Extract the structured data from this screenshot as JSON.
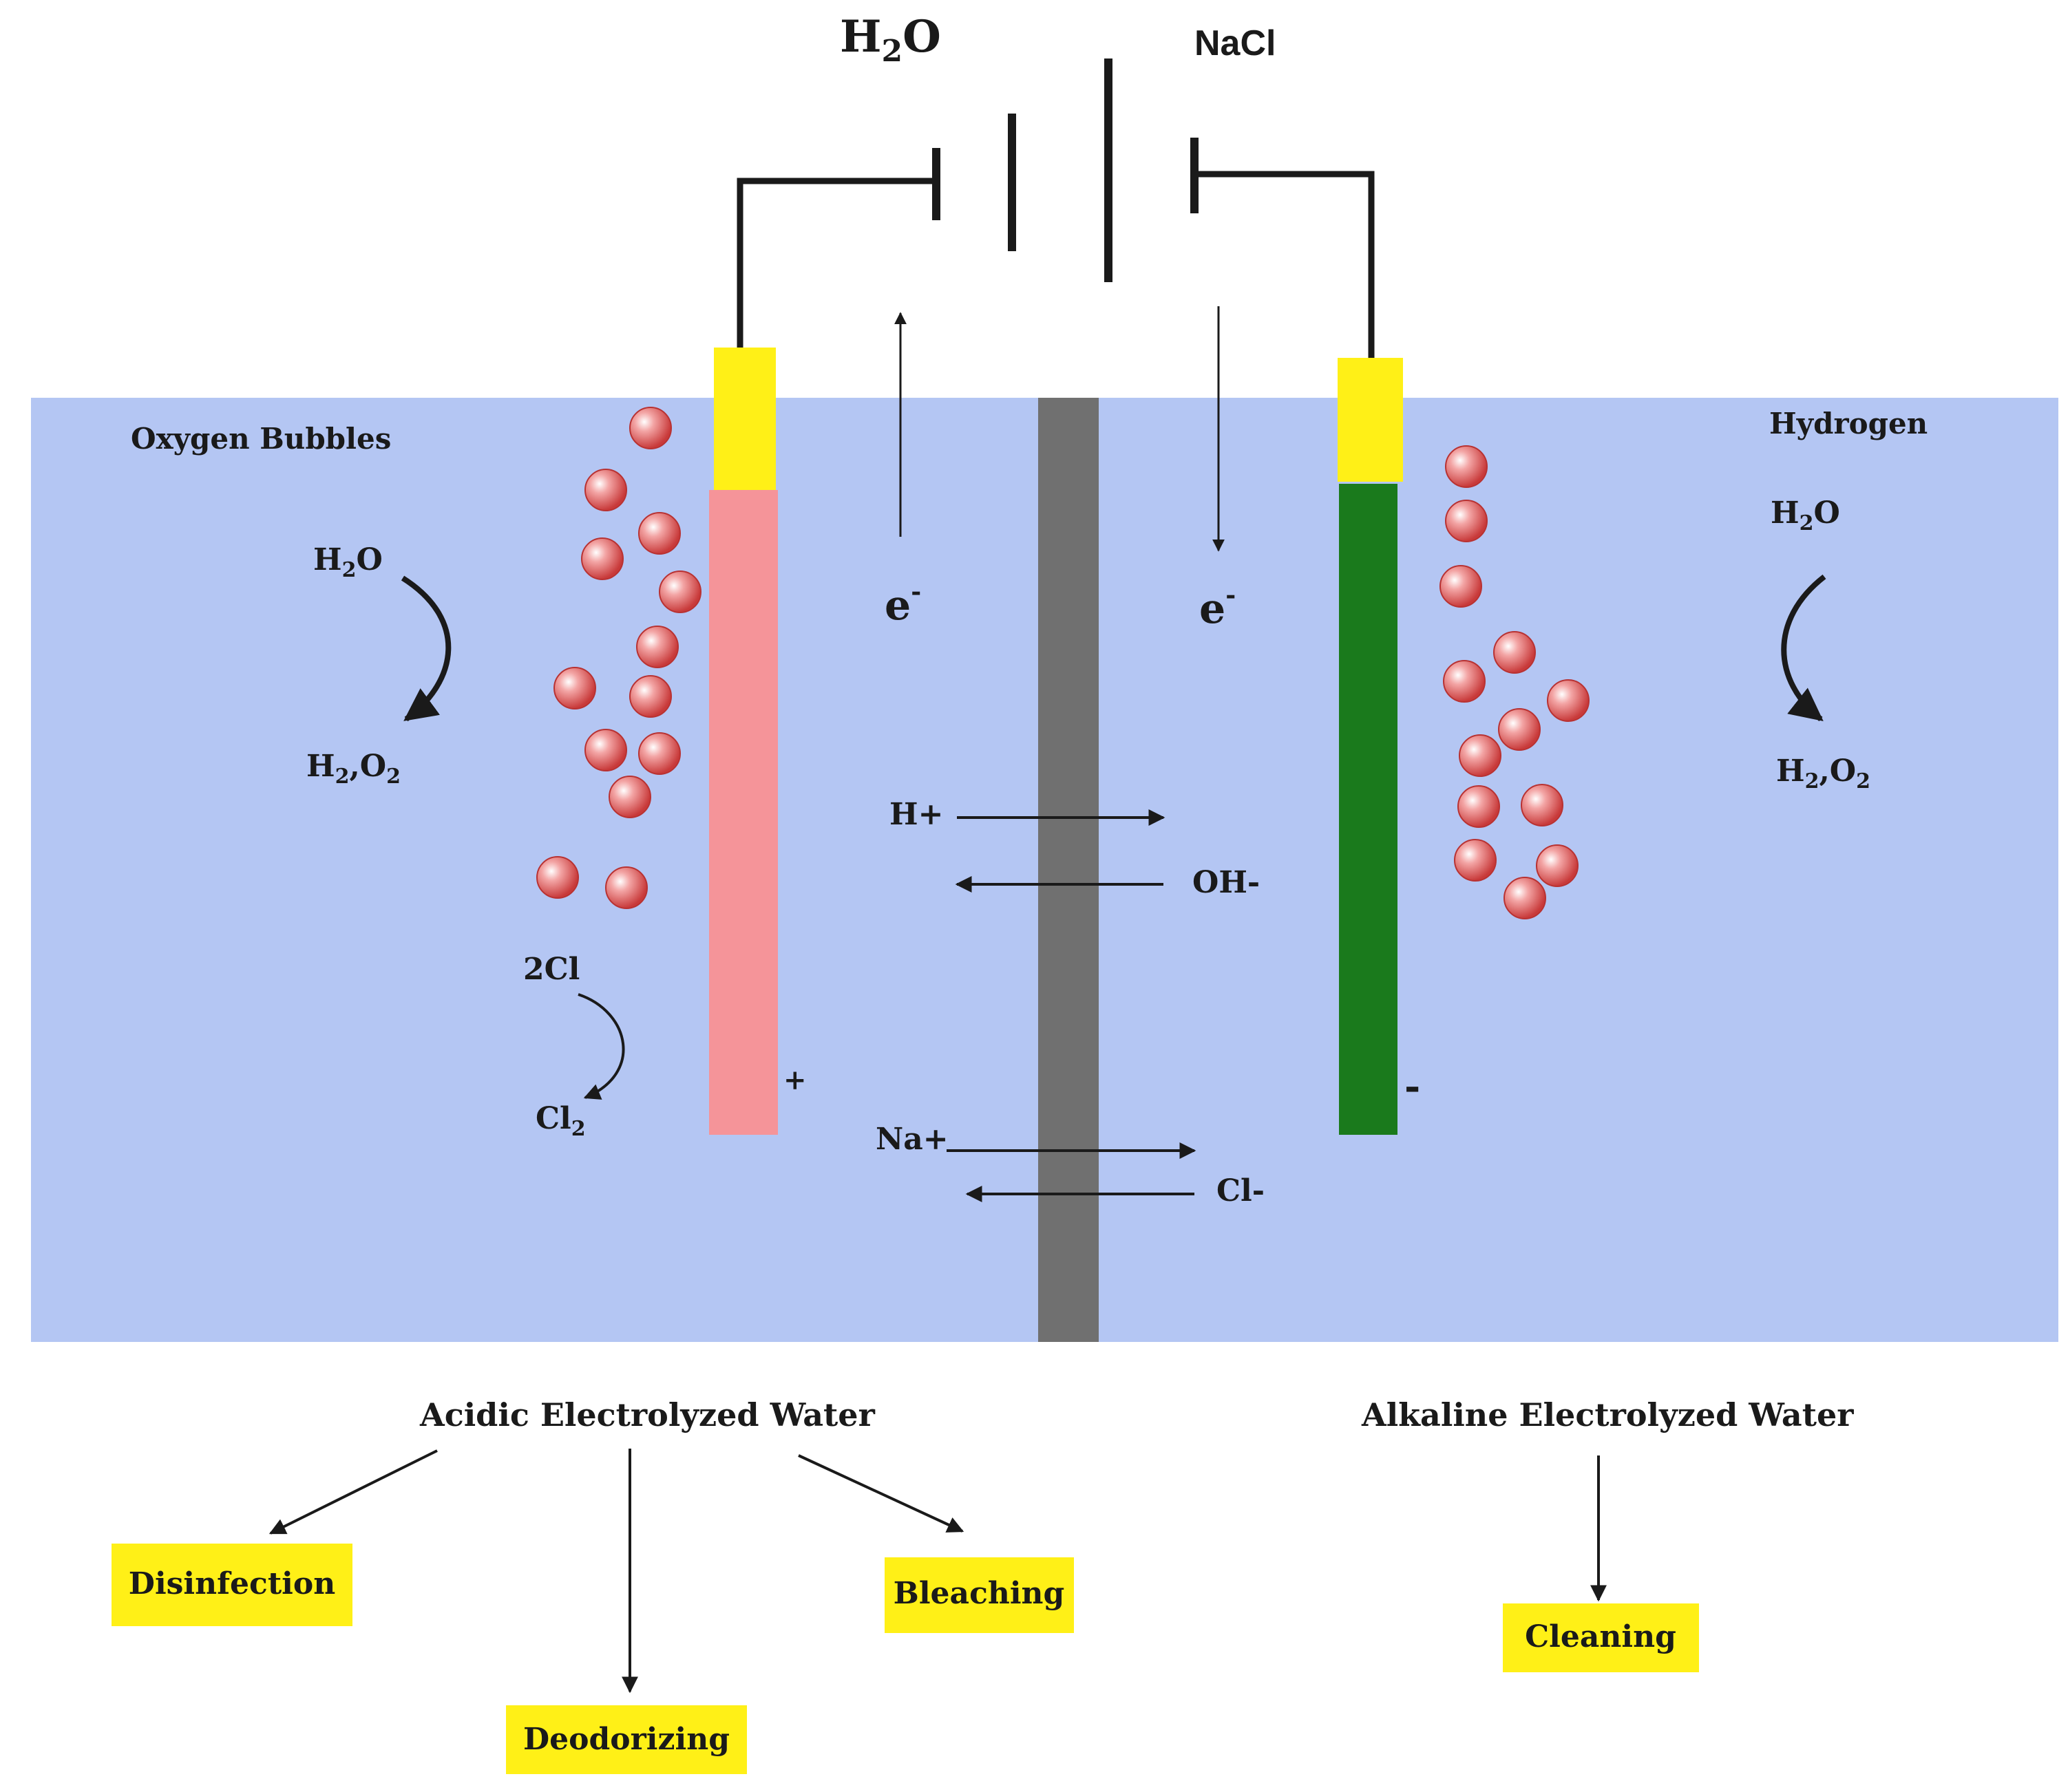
{
  "colors": {
    "solution": "#b4c6f3",
    "membrane": "#707070",
    "anode": "#f59499",
    "cathode": "#1a7a1c",
    "electrode_cap": "#fff017",
    "label_box": "#fff017",
    "bubble": "#e05a5a",
    "wire": "#1a1a1a"
  },
  "top": {
    "water_main": "H",
    "water_sub": "2",
    "water_tail": "O",
    "salt": "NaCl"
  },
  "anode_side": {
    "title": "Oxygen Bubbles",
    "reaction_from_main": "H",
    "reaction_from_sub": "2",
    "reaction_from_tail": "O",
    "reaction_to_a": "H",
    "reaction_to_b": "2",
    "reaction_to_c": ",O",
    "reaction_to_d": "2",
    "chlorine_from": "2Cl",
    "chlorine_to_main": "Cl",
    "chlorine_to_sub": "2",
    "polarity": "+",
    "electron": "e",
    "electron_sup": "-"
  },
  "cathode_side": {
    "title": "Hydrogen",
    "reaction_from_main": "H",
    "reaction_from_sub": "2",
    "reaction_from_tail": "O",
    "reaction_to_a": "H",
    "reaction_to_b": "2",
    "reaction_to_c": ",O",
    "reaction_to_d": "2",
    "polarity": "-",
    "electron": "e",
    "electron_sup": "-"
  },
  "ions": {
    "h_plus": "H+",
    "oh_minus": "OH-",
    "na_plus": "Na+",
    "cl_minus": "Cl-"
  },
  "products": {
    "acidic": "Acidic Electrolyzed Water",
    "alkaline": "Alkaline Electrolyzed Water",
    "uses_acidic": [
      "Disinfection",
      "Deodorizing",
      "Bleaching"
    ],
    "uses_alkaline": [
      "Cleaning"
    ]
  }
}
